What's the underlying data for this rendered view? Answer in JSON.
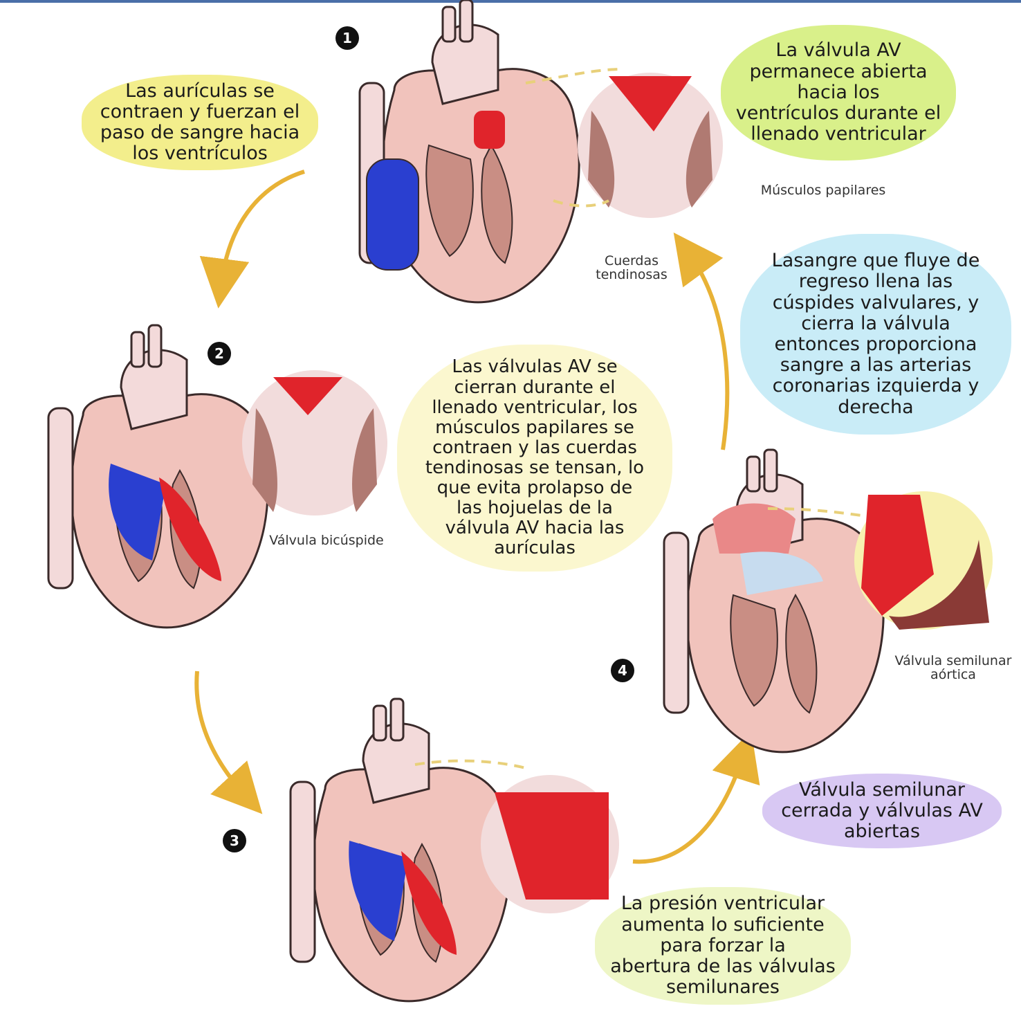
{
  "steps": [
    "1",
    "2",
    "3",
    "4"
  ],
  "notes": {
    "atria_contract": "Las aurículas se\ncontraen y fuerzan el\npaso de sangre hacia\nlos ventrículos",
    "av_open": "La válvula AV\npermanece abierta\nhacia los\nventrículos durante el\nllenado ventricular",
    "backflow": "Lasangre que fluye de\nregreso llena las\ncúspides valvulares, y\ncierra la válvula\nentonces proporciona\nsangre a las arterias\ncoronarias izquierda y\nderecha",
    "av_close": "Las válvulas AV se\ncierran durante el\nllenado ventricular, los\nmúsculos papilares se\ncontraen y las cuerdas\ntendinosas se tensan, lo\nque evita prolapso de\nlas hojuelas de la\nválvula AV hacia las\naurículas",
    "semilunar_closed": "Válvula semilunar\ncerrada y válvulas AV\nabiertas",
    "pressure": "La presión ventricular\naumenta lo suficiente\npara forzar la\nabertura de las válvulas\nsemilunares"
  },
  "labels": {
    "papillary": "Músculos papilares",
    "chordae": "Cuerdas\ntendinosas",
    "bicuspid": "Válvula bicúspide",
    "aortic": "Válvula semilunar\naórtica"
  },
  "colors": {
    "yellow": "#f3ee8c",
    "lime": "#d9f08a",
    "blue": "#c9ecf7",
    "cream": "#fbf7cf",
    "lavender": "#d8c8f3",
    "palegreen": "#eef6c6",
    "arrow": "#e8b236",
    "heart_pink": "#f1c3bc",
    "heart_muscle": "#c98e84",
    "blood_red": "#e0242b",
    "blood_blue": "#2a3fd0"
  }
}
